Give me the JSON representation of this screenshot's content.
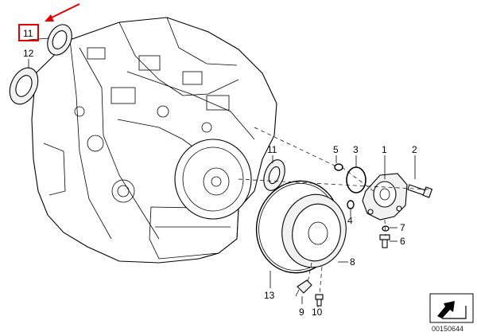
{
  "diagram": {
    "reference_number": "00150644",
    "highlight_color": "#e00000",
    "labels": {
      "l1": "1",
      "l2": "2",
      "l3": "3",
      "l4": "4",
      "l5": "5",
      "l6": "6",
      "l7": "7",
      "l8": "8",
      "l9": "9",
      "l10": "10",
      "l11_top": "11",
      "l11_mid": "11",
      "l12": "12",
      "l13": "13"
    }
  }
}
